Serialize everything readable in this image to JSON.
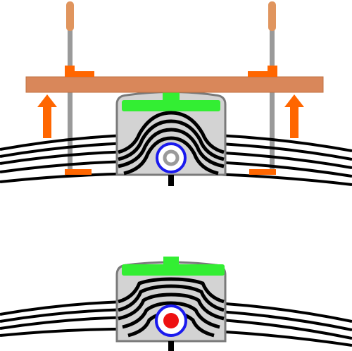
{
  "diagram": {
    "panels": [
      {
        "id": "top",
        "state": "clamped"
      },
      {
        "id": "bottom",
        "state": "released"
      }
    ],
    "colors": {
      "spring_leaf": "#000000",
      "clamp_plate": "#d9875a",
      "clamp_plate_edge": "#c07040",
      "handle": "#e0955e",
      "rod": "#9a9a9a",
      "bracket": "#ff6600",
      "arrow": "#ff6600",
      "housing_fill": "#d3d3d3",
      "housing_edge": "#7a7a7a",
      "pad": "#33ee33",
      "bolt_ring": "#1a1aee",
      "bolt_open": "#ffffff",
      "bolt_locked": "#ee1111"
    },
    "icons": {
      "arrow": "arrow-up-icon",
      "bolt_open": "open-bolt-icon",
      "bolt_locked": "locked-bolt-icon"
    }
  }
}
